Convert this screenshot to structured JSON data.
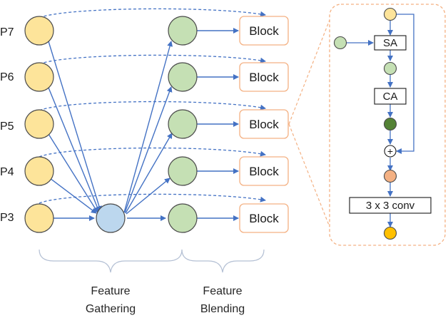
{
  "levels": [
    "P7",
    "P6",
    "P5",
    "P4",
    "P3"
  ],
  "block_label": "Block",
  "captions": {
    "gathering_line1": "Feature",
    "gathering_line2": "Gathering",
    "blending_line1": "Feature",
    "blending_line2": "Blending"
  },
  "detail": {
    "sa_label": "SA",
    "ca_label": "CA",
    "conv_label": "3 x 3 conv",
    "add_symbol": "+"
  },
  "colors": {
    "input_node": "#fde49a",
    "gather_node": "#bcd7ee",
    "blend_node": "#c5e0b4",
    "attn_out_node": "#548235",
    "sum_node": "#f4b183",
    "output_node": "#ffc000",
    "block_border": "#f4b183",
    "arrow": "#4472c4",
    "bracket": "#b4c0d4",
    "detail_border": "#f4b183"
  }
}
